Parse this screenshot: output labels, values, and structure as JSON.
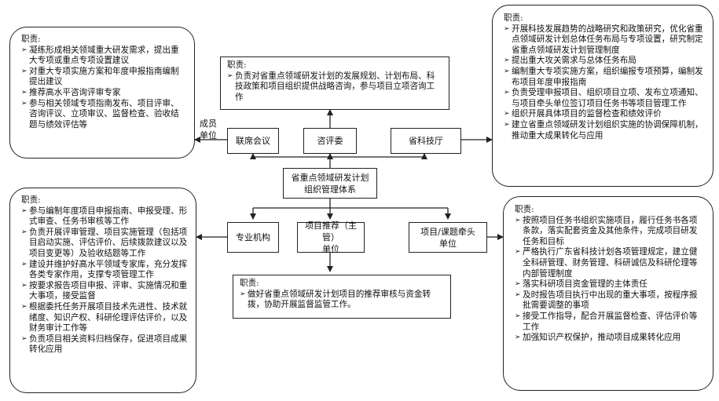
{
  "center": {
    "lines": [
      "省重点领域研发计划",
      "组织管理体系"
    ]
  },
  "member_label": {
    "lines": [
      "成员",
      "单位"
    ]
  },
  "top_nodes": {
    "liaison": "联席会议",
    "advisory": "咨评委",
    "dept": "省科技厅"
  },
  "bottom_nodes": {
    "agency": "专业机构",
    "recommender": [
      "项目推荐（主管）",
      "单位"
    ],
    "lead": [
      "项目/课题牵头",
      "单位"
    ]
  },
  "duty_heading": "职责:",
  "duties": {
    "liaison_top": {
      "heading": "职责:",
      "items": [
        "负责对省重点领域研发计划的发展规划、计划布局、科技政策和项目组织提供战略咨询，参与项目立项咨询工作"
      ]
    },
    "members": {
      "heading": "职责:",
      "items": [
        "凝练形成相关领域重大研发需求，提出重大专项或重点专项设置建议",
        "对重大专项实施方案和年度申报指南编制提出建议",
        "推荐高水平咨询评审专家",
        "参与相关领域专项指南发布、项目评审、咨询评议、立项审议、监督检查、验收结题与绩效评估等"
      ]
    },
    "dept": {
      "heading": "职责:",
      "items": [
        "开展科技发展趋势的战略研究和政策研究，优化省重点领域研发计划总体任务布局与专项设置，研究制定省重点领域研发计划管理制度",
        "提出重大攻关需求与总体任务布局",
        "编制重大专项实施方案，组织编报专项预算，编制发布项目年度申报指南",
        "负责受理申报项目、组织项目立项、发布立项通知、与项目牵头单位签订项目任务书等项目管理工作",
        "组织开展具体项目的监督检查和绩效评价",
        "建立省重点领域研发计划组织实施的协调保障机制，推动重大成果转化与应用"
      ]
    },
    "agency": {
      "heading": "职责:",
      "items": [
        "参与编制年度项目申报指南、申报受理、形式审查、任务书审核等工作",
        "负责开展评审管理、项目实施管理（包括项目启动实施、评估评价、后续拨款建议以及项目变更等）及验收结题等工作",
        "建设并维护好高水平领域专家库，充分发挥各类专家作用，支撑专项管理工作",
        "按要求报告项目申报、评审、实施情况和重大事项，接受监督",
        "根据委托任务开展项目技术先进性、技术就绪度、知识产权、科研伦理评估评价，以及财务审计工作等",
        "负责项目相关资料归档保存，促进项目成果转化应用"
      ]
    },
    "recommender": {
      "heading": "职责:",
      "items": [
        "做好省重点领域研发计划项目的推荐审核与资金转拨，协助开展监督监管工作。"
      ]
    },
    "lead": {
      "heading": "职责:",
      "items": [
        "按照项目任务书组织实施项目，履行任务书各项条款，落实配套资金及其他条件，完成项目研发任务和目标",
        "严格执行广东省科技计划各项管理规定，建立健全科研管理、财务管理、科研诚信及科研伦理等内部管理制度",
        "落实科研项目资金管理的主体责任",
        "及时报告项目执行中出现的重大事项，按程序报批需要调整的事项",
        "接受工作指导，配合开展监督检查、评估评价等工作",
        "加强知识产权保护，推动项目成果转化应用"
      ]
    }
  }
}
